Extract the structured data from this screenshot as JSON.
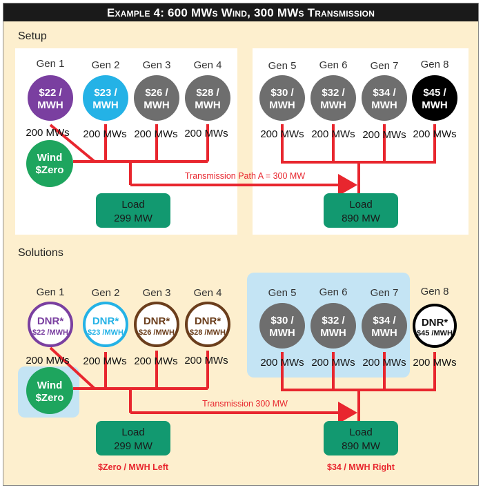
{
  "title": "Example 4: 600 MWs Wind, 300 MWs Transmission",
  "colors": {
    "line": "#e8262e",
    "load": "#129970",
    "wind": "#1ea55e",
    "gen1": "#7a3fa0",
    "gen2": "#24b2e6",
    "gray": "#6e6e6e",
    "gen8": "#000000",
    "brown": "#6b3e1c",
    "highlight": "#c4e4f4"
  },
  "setup": {
    "label": "Setup",
    "generators": [
      {
        "name": "Gen 1",
        "price": "$22 /",
        "unit": "MWH",
        "capacity": "200 MWs"
      },
      {
        "name": "Gen 2",
        "price": "$23 /",
        "unit": "MWH",
        "capacity": "200 MWs"
      },
      {
        "name": "Gen 3",
        "price": "$26 /",
        "unit": "MWH",
        "capacity": "200 MWs"
      },
      {
        "name": "Gen 4",
        "price": "$28 /",
        "unit": "MWH",
        "capacity": "200 MWs"
      },
      {
        "name": "Gen 5",
        "price": "$30 /",
        "unit": "MWH",
        "capacity": "200 MWs"
      },
      {
        "name": "Gen 6",
        "price": "$32 /",
        "unit": "MWH",
        "capacity": "200 MWs"
      },
      {
        "name": "Gen 7",
        "price": "$34 /",
        "unit": "MWH",
        "capacity": "200 MWs"
      },
      {
        "name": "Gen 8",
        "price": "$45 /",
        "unit": "MWH",
        "capacity": "200 MWs"
      }
    ],
    "wind": {
      "line1": "Wind",
      "line2": "$Zero"
    },
    "transmission": "Transmission Path A = 300 MW",
    "load_left": {
      "line1": "Load",
      "line2": "299 MW"
    },
    "load_right": {
      "line1": "Load",
      "line2": "890 MW"
    }
  },
  "solutions": {
    "label": "Solutions",
    "generators": [
      {
        "name": "Gen 1",
        "dnr": "DNR*",
        "price": "$22 /MWH",
        "capacity": "200 MWs"
      },
      {
        "name": "Gen 2",
        "dnr": "DNR*",
        "price": "$23 /MWH",
        "capacity": "200 MWs"
      },
      {
        "name": "Gen 3",
        "dnr": "DNR*",
        "price": "$26 /MWH",
        "capacity": "200 MWs"
      },
      {
        "name": "Gen 4",
        "dnr": "DNR*",
        "price": "$28 /MWH",
        "capacity": "200 MWs"
      },
      {
        "name": "Gen 5",
        "price": "$30 /",
        "unit": "MWH",
        "capacity": "200 MWs"
      },
      {
        "name": "Gen 6",
        "price": "$32 /",
        "unit": "MWH",
        "capacity": "200 MWs"
      },
      {
        "name": "Gen 7",
        "price": "$34 /",
        "unit": "MWH",
        "capacity": "200 MWs"
      },
      {
        "name": "Gen 8",
        "dnr": "DNR*",
        "price": "$45 /MWH",
        "capacity": "200 MWs"
      }
    ],
    "wind": {
      "line1": "Wind",
      "line2": "$Zero"
    },
    "transmission": "Transmission 300 MW",
    "load_left": {
      "line1": "Load",
      "line2": "299 MW"
    },
    "load_right": {
      "line1": "Load",
      "line2": "890 MW"
    },
    "result_left": "$Zero / MWH Left",
    "result_right": "$34 / MWH Right"
  }
}
